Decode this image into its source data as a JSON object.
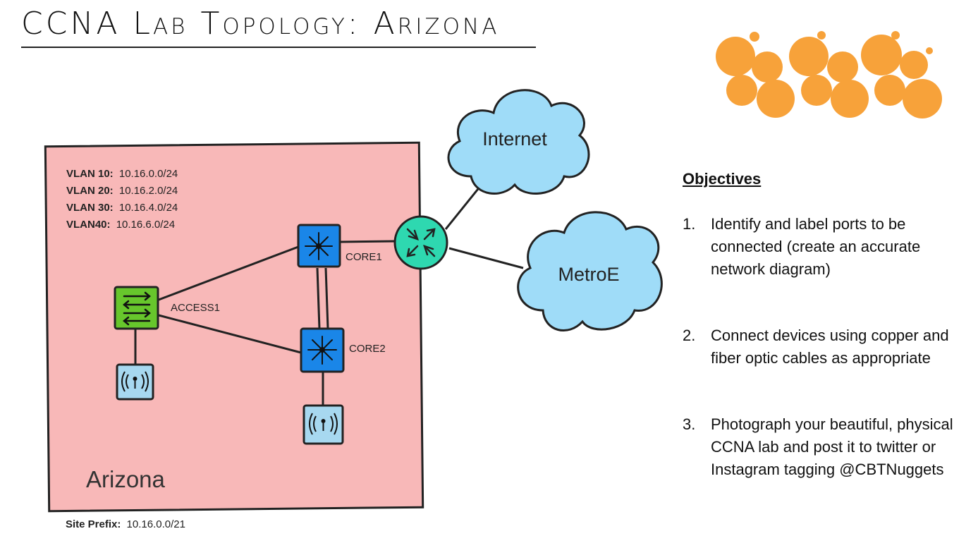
{
  "title": "CCNA Lab Topology: Arizona",
  "site": {
    "name": "Arizona",
    "prefix_label": "Site Prefix:",
    "prefix_value": "10.16.0.0/21",
    "vlans": [
      {
        "label": "VLAN 10:",
        "subnet": "10.16.0.0/24"
      },
      {
        "label": "VLAN 20:",
        "subnet": "10.16.2.0/24"
      },
      {
        "label": "VLAN 30:",
        "subnet": "10.16.4.0/24"
      },
      {
        "label": "VLAN40:",
        "subnet": "10.16.6.0/24"
      }
    ]
  },
  "devices": {
    "core1": "CORE1",
    "core2": "CORE2",
    "access1": "ACCESS1",
    "internet": "Internet",
    "metroe": "MetroE"
  },
  "objectives": {
    "heading": "Objectives",
    "items": [
      {
        "num": "1.",
        "text": "Identify and label ports to be connected (create an accurate network diagram)"
      },
      {
        "num": "2.",
        "text": "Connect devices using copper and fiber optic cables as appropriate"
      },
      {
        "num": "3.",
        "text": "Photograph your beautiful, physical CCNA lab and post it to twitter or Instagram tagging @CBTNuggets"
      }
    ]
  },
  "colors": {
    "site_fill": "#f8b8b8",
    "switch_blue": "#1a86e8",
    "access_green": "#67c62c",
    "ap_blue": "#a7d8f0",
    "router_teal": "#2ed8b0",
    "cloud_blue": "#9fdcf8",
    "logo_orange": "#f7a23a"
  }
}
